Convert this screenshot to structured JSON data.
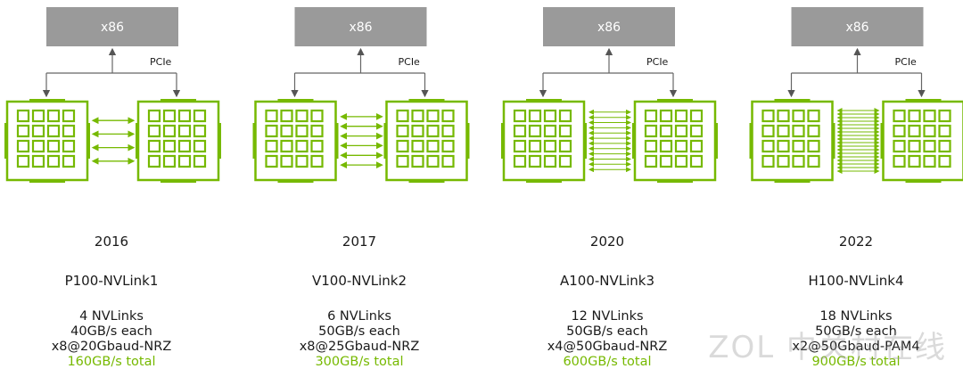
{
  "colors": {
    "accent": "#76b900",
    "cpu": "#9a9a9a",
    "line": "#666666"
  },
  "panels": [
    {
      "cpu_label": "x86",
      "bus_label": "PCIe",
      "link_lines": 4,
      "year": "2016",
      "product": "P100-NVLink1",
      "spec1": "4 NVLinks",
      "spec2": "40GB/s each",
      "spec3": "x8@20Gbaud-NRZ",
      "total": "160GB/s total"
    },
    {
      "cpu_label": "x86",
      "bus_label": "PCIe",
      "link_lines": 6,
      "year": "2017",
      "product": "V100-NVLink2",
      "spec1": "6 NVLinks",
      "spec2": "50GB/s each",
      "spec3": "x8@25Gbaud-NRZ",
      "total": "300GB/s total"
    },
    {
      "cpu_label": "x86",
      "bus_label": "PCIe",
      "link_lines": 12,
      "year": "2020",
      "product": "A100-NVLink3",
      "spec1": "12 NVLinks",
      "spec2": "50GB/s each",
      "spec3": "x4@50Gbaud-NRZ",
      "total": "600GB/s total"
    },
    {
      "cpu_label": "x86",
      "bus_label": "PCIe",
      "link_lines": 18,
      "year": "2022",
      "product": "H100-NVLink4",
      "spec1": "18 NVLinks",
      "spec2": "50GB/s each",
      "spec3": "x2@50Gbaud-PAM4",
      "total": "900GB/s total"
    }
  ],
  "watermark": "ZOL 中关村在线"
}
